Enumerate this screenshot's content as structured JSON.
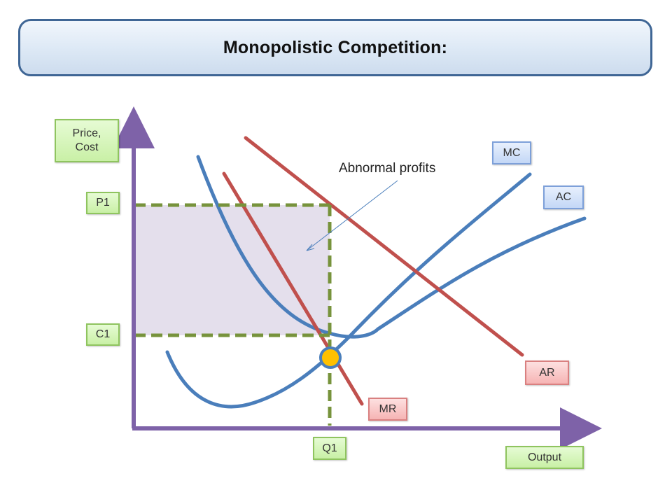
{
  "title": "Monopolistic Competition:",
  "axes": {
    "y_label": "Price,\nCost",
    "x_label": "Output"
  },
  "levels": {
    "p1": "P1",
    "c1": "C1",
    "q1": "Q1"
  },
  "curves": {
    "mc": "MC",
    "ac": "AC",
    "ar": "AR",
    "mr": "MR"
  },
  "annotation": "Abnormal profits",
  "colors": {
    "axis": "#7e62a8",
    "cost_curve": "#4a7ebb",
    "revenue_curve": "#c0504d",
    "dashed_line": "#77933c",
    "profit_area": "#e4dfec",
    "equilibrium_point": "#ffc000"
  }
}
